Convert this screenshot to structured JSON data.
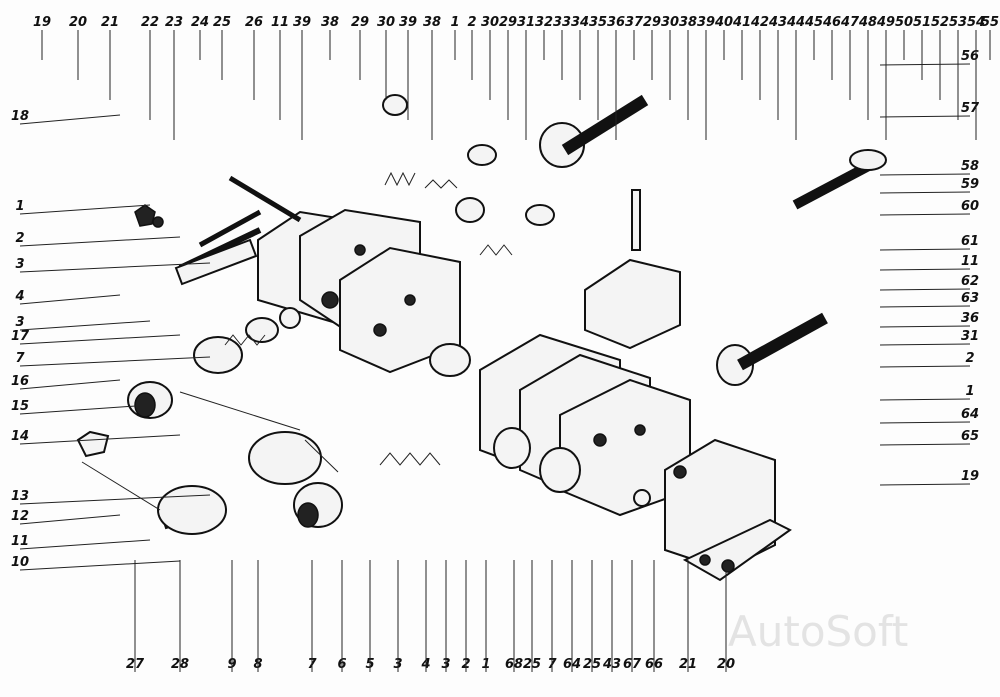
{
  "top_labels": [
    "19",
    "20",
    "21",
    "22",
    "23",
    "24",
    "25",
    "26",
    "11",
    "39",
    "38",
    "29",
    "30",
    "39",
    "38",
    "1",
    "2",
    "30",
    "29",
    "31",
    "32",
    "33",
    "34",
    "35",
    "36",
    "37",
    "29",
    "30",
    "38",
    "39",
    "40",
    "41",
    "42",
    "43",
    "44",
    "45",
    "46",
    "47",
    "48",
    "49",
    "50",
    "51",
    "52",
    "53",
    "54",
    "55"
  ],
  "left_labels": [
    "18",
    "1",
    "2",
    "3",
    "4",
    "3",
    "17",
    "7",
    "16",
    "15",
    "14",
    "13",
    "12",
    "11",
    "10"
  ],
  "right_labels": [
    "56",
    "57",
    "58",
    "59",
    "60",
    "61",
    "11",
    "62",
    "63",
    "36",
    "31",
    "2",
    "1",
    "64",
    "65",
    "19"
  ],
  "bottom_labels": [
    "27",
    "28",
    "9",
    "8",
    "7",
    "6",
    "5",
    "3",
    "4",
    "3",
    "2",
    "1",
    "68",
    "25",
    "7",
    "64",
    "25",
    "43",
    "67",
    "66",
    "21",
    "20"
  ],
  "watermark": "AutoSoft"
}
